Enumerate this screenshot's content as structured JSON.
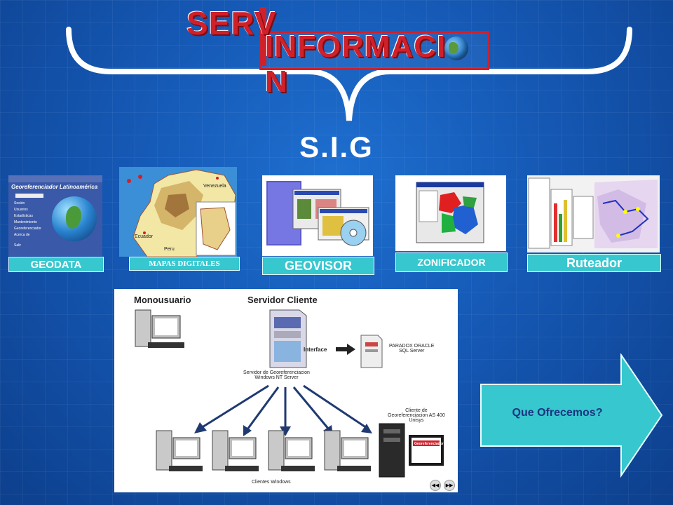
{
  "logo": {
    "part1": "SERV",
    "part2": "INFORMACI",
    "part3": "N"
  },
  "heading": "S.I.G",
  "products": [
    {
      "label": "GEODATA"
    },
    {
      "label": "MAPAS DIGITALES"
    },
    {
      "label": "GEOVISOR"
    },
    {
      "label": "ZONIFICADOR"
    },
    {
      "label": "Ruteador"
    }
  ],
  "geodata_thumb": {
    "title": "Georeferenciador Latinoamérica",
    "menu": [
      "Sesión",
      "Usuarios",
      "Estadísticas",
      "Mantenimiento",
      "Georeferenciador",
      "Acerca de",
      "Salir"
    ]
  },
  "map_thumb": {
    "labels": [
      "Venezuela",
      "Ecuador",
      "Peru"
    ]
  },
  "diagram": {
    "monouser": "Monousuario",
    "server_client": "Servidor Cliente",
    "interface": "Interface",
    "db": "PARADOX ORACLE\nSQL Server",
    "server_desc": "Servidor de Georeferenciacion\nWindows NT Server",
    "client_as400": "Cliente de\nGeoreferenciacion AS 400\nUnisys",
    "clients": "Clientes Windows",
    "screen_label": "Georeferenciador"
  },
  "cta": {
    "label": "Que Ofrecemos?"
  },
  "colors": {
    "accent": "#37c7cf",
    "brand_red": "#d0202a",
    "bg": "#1558b4"
  }
}
